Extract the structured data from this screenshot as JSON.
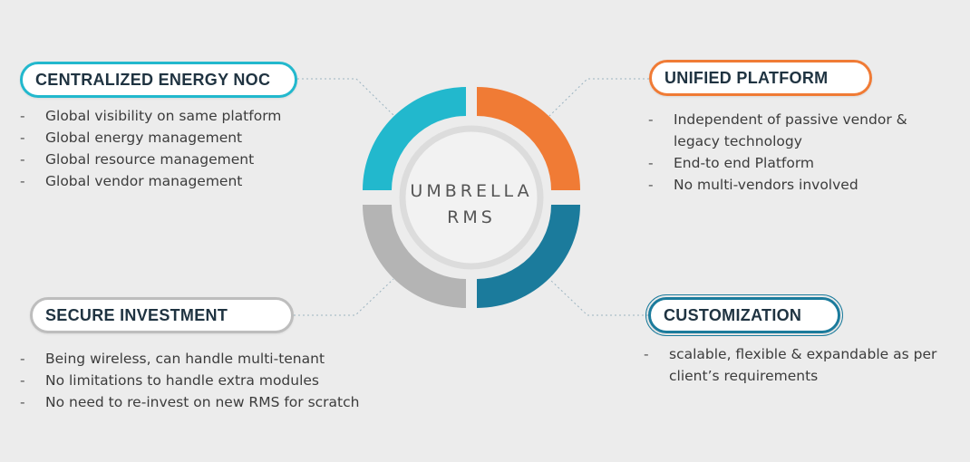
{
  "center": {
    "line1": "UMBRELLA",
    "line2": "RMS"
  },
  "colors": {
    "teal": "#22b8cd",
    "orange": "#f07b35",
    "gray": "#b4b4b4",
    "blue": "#1b7b9c",
    "background": "#ececec"
  },
  "sections": {
    "centralized": {
      "title": "CENTRALIZED ENERGY NOC",
      "items": [
        "Global visibility on same platform",
        "Global energy management",
        "Global resource management",
        "Global vendor management"
      ]
    },
    "unified": {
      "title": "UNIFIED PLATFORM",
      "items": [
        "Independent of passive vendor & legacy technology",
        "End-to end Platform",
        "No multi-vendors involved"
      ]
    },
    "secure": {
      "title": "SECURE INVESTMENT",
      "items": [
        "Being wireless, can handle multi-tenant",
        "No limitations to handle extra modules",
        "No need to re-invest on new RMS for scratch"
      ]
    },
    "customization": {
      "title": "CUSTOMIZATION",
      "items": [
        "scalable, flexible & expandable as per client’s requirements"
      ]
    }
  }
}
